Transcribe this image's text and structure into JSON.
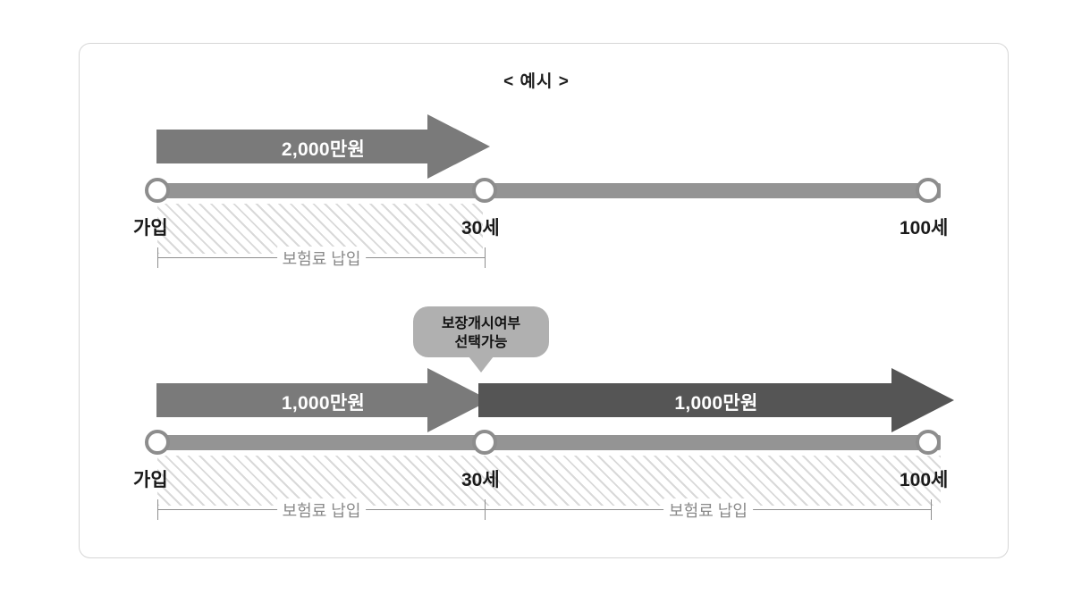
{
  "page": {
    "title": "< 예시 >",
    "background": "#ffffff",
    "card_border_color": "#d6d6d6"
  },
  "colors": {
    "arrow_light": "#7a7a7a",
    "arrow_dark": "#555555",
    "timeline_bar": "#949494",
    "node_ring": "#8d8d8d",
    "hatch_line": "#d9d9d9",
    "bracket_line": "#8f8f8f",
    "bracket_label": "#8a8a8a",
    "callout_fill": "#b0b0b0",
    "arrow_text": "#ffffff",
    "caption_text": "#1a1a1a"
  },
  "scenarios": [
    {
      "id": "single-coverage",
      "arrows": [
        {
          "label": "2,000만원",
          "tone": "light"
        }
      ],
      "timeline": {
        "nodes": [
          {
            "caption": "가입"
          },
          {
            "caption": "30세"
          },
          {
            "caption": "100세"
          }
        ]
      },
      "brackets": [
        {
          "label": "보험료 납입",
          "from": "가입",
          "to": "30세"
        }
      ]
    },
    {
      "id": "split-coverage",
      "callout": {
        "lines": [
          "보장개시여부",
          "선택가능"
        ]
      },
      "arrows": [
        {
          "label": "1,000만원",
          "tone": "light"
        },
        {
          "label": "1,000만원",
          "tone": "dark"
        }
      ],
      "timeline": {
        "nodes": [
          {
            "caption": "가입"
          },
          {
            "caption": "30세"
          },
          {
            "caption": "100세"
          }
        ]
      },
      "brackets": [
        {
          "label": "보험료 납입",
          "from": "가입",
          "to": "30세"
        },
        {
          "label": "보험료 납입",
          "from": "30세",
          "to": "100세"
        }
      ]
    }
  ]
}
